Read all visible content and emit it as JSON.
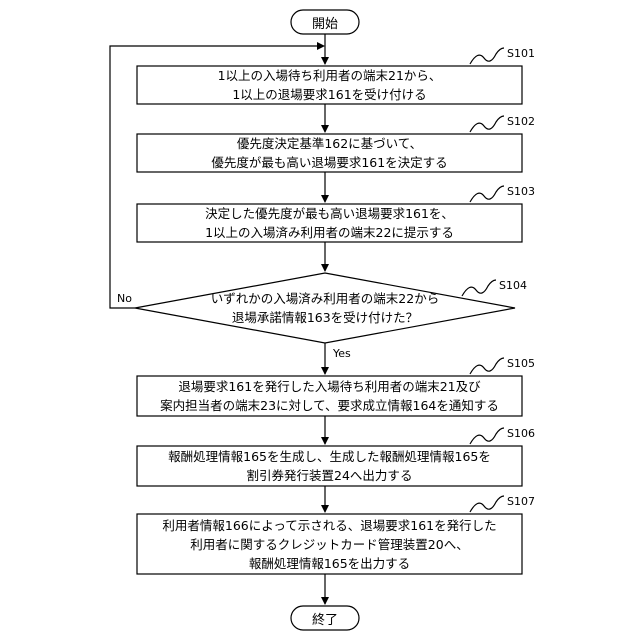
{
  "start": "開始",
  "end": "終了",
  "steps": [
    {
      "id": "S101",
      "lines": [
        "1以上の入場待ち利用者の端末21から、",
        "1以上の退場要求161を受け付ける"
      ]
    },
    {
      "id": "S102",
      "lines": [
        "優先度決定基準162に基づいて、",
        "優先度が最も高い退場要求161を決定する"
      ]
    },
    {
      "id": "S103",
      "lines": [
        "決定した優先度が最も高い退場要求161を、",
        "1以上の入場済み利用者の端末22に提示する"
      ]
    },
    {
      "id": "S104",
      "lines": [
        "いずれかの入場済み利用者の端末22から",
        "退場承諾情報163を受け付けた？"
      ]
    },
    {
      "id": "S105",
      "lines": [
        "退場要求161を発行した入場待ち利用者の端末21及び",
        "案内担当者の端末23に対して、要求成立情報164を通知する"
      ]
    },
    {
      "id": "S106",
      "lines": [
        "報酬処理情報165を生成し、生成した報酬処理情報165を",
        "割引券発行装置24へ出力する"
      ]
    },
    {
      "id": "S107",
      "lines": [
        "利用者情報166によって示される、退場要求161を発行した",
        "利用者に関するクレジットカード管理装置20へ、",
        "報酬処理情報165を出力する"
      ]
    }
  ],
  "branches": {
    "no": "No",
    "yes": "Yes"
  }
}
